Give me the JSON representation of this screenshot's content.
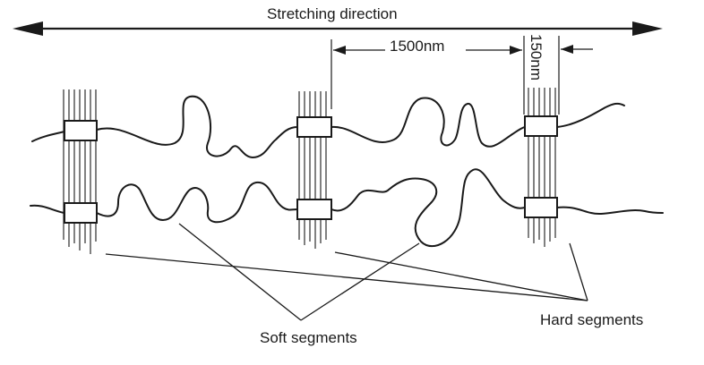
{
  "diagram": {
    "title": "Stretching direction",
    "dimension_long": "1500nm",
    "dimension_short": "150nm",
    "label_soft": "Soft segments",
    "label_hard": "Hard segments"
  },
  "colors": {
    "ink": "#1a1a1a",
    "background": "#ffffff"
  }
}
